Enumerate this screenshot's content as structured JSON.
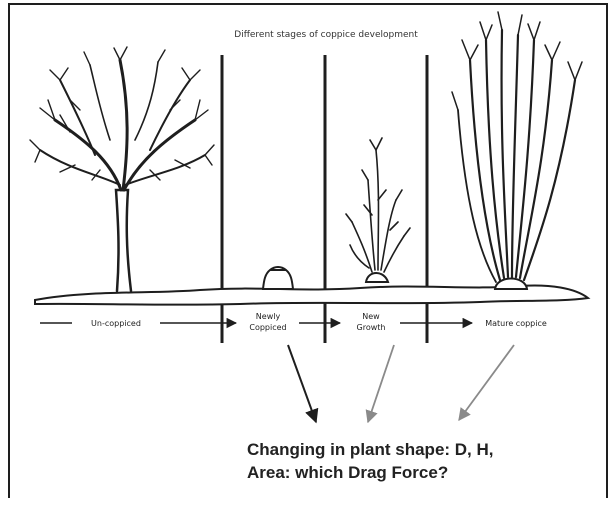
{
  "diagram": {
    "title": "Different stages of coppice development",
    "stages": [
      {
        "line1": "Un-coppiced",
        "line2": ""
      },
      {
        "line1": "Newly",
        "line2": "Coppiced"
      },
      {
        "line1": "New",
        "line2": "Growth"
      },
      {
        "line1": "Mature coppice",
        "line2": ""
      }
    ],
    "question": {
      "line1": "Changing in plant shape: D, H,",
      "line2": "Area: which  Drag Force?"
    }
  },
  "colors": {
    "ink": "#1e1e1e",
    "grey_arrow": "#8a8a8a",
    "background": "#ffffff"
  }
}
